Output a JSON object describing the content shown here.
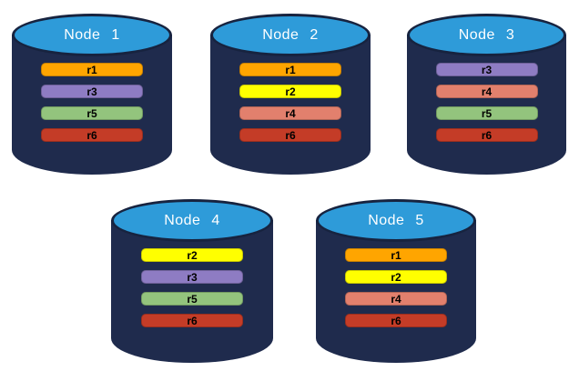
{
  "canvas": {
    "background": "#FFFFFF"
  },
  "palette": {
    "cylinder_body": "#1F2B4D",
    "cylinder_top": "#2E9BD9",
    "cylinder_outline": "#17233F",
    "title_text": "#FFFFFF",
    "bar_text": "#000000"
  },
  "nodes": [
    {
      "title": "Node 1",
      "replicas": [
        {
          "label": "r1",
          "color": "#FFA500"
        },
        {
          "label": "r3",
          "color": "#8E7CC3"
        },
        {
          "label": "r5",
          "color": "#93C47D"
        },
        {
          "label": "r6",
          "color": "#C43C27"
        }
      ]
    },
    {
      "title": "Node 2",
      "replicas": [
        {
          "label": "r1",
          "color": "#FFA500"
        },
        {
          "label": "r2",
          "color": "#FFFF00"
        },
        {
          "label": "r4",
          "color": "#E2806D"
        },
        {
          "label": "r6",
          "color": "#C43C27"
        }
      ]
    },
    {
      "title": "Node 3",
      "replicas": [
        {
          "label": "r3",
          "color": "#8E7CC3"
        },
        {
          "label": "r4",
          "color": "#E2806D"
        },
        {
          "label": "r5",
          "color": "#93C47D"
        },
        {
          "label": "r6",
          "color": "#C43C27"
        }
      ]
    },
    {
      "title": "Node 4",
      "replicas": [
        {
          "label": "r2",
          "color": "#FFFF00"
        },
        {
          "label": "r3",
          "color": "#8E7CC3"
        },
        {
          "label": "r5",
          "color": "#93C47D"
        },
        {
          "label": "r6",
          "color": "#C43C27"
        }
      ]
    },
    {
      "title": "Node 5",
      "replicas": [
        {
          "label": "r1",
          "color": "#FFA500"
        },
        {
          "label": "r2",
          "color": "#FFFF00"
        },
        {
          "label": "r4",
          "color": "#E2806D"
        },
        {
          "label": "r6",
          "color": "#C43C27"
        }
      ]
    }
  ]
}
